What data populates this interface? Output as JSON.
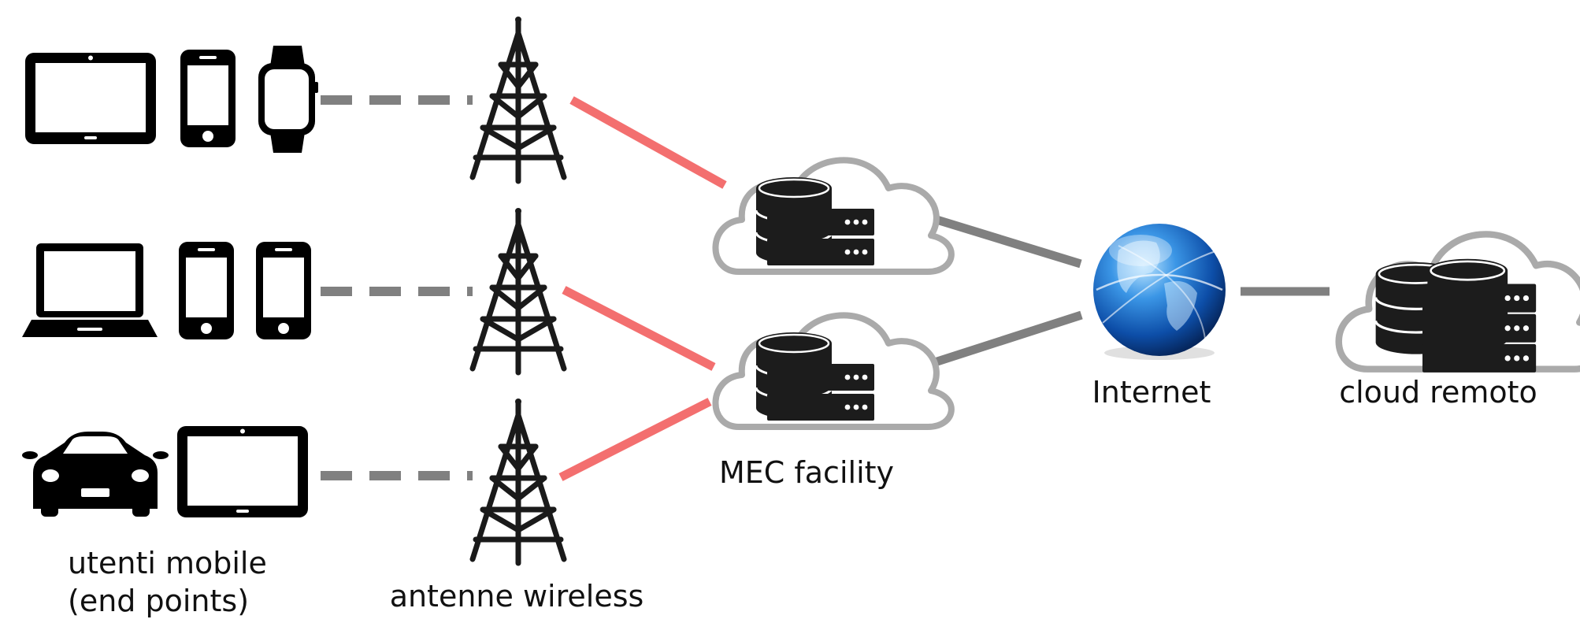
{
  "labels": {
    "mobile_users_line1": "utenti mobile",
    "mobile_users_line2": "(end points)",
    "antennas": "antenne wireless",
    "mec": "MEC facility",
    "internet": "Internet",
    "remote_cloud": "cloud remoto"
  },
  "colors": {
    "device": "#000000",
    "dashed_link": "#808080",
    "wireless_link": "#f36f6f",
    "backbone_link": "#808080",
    "cloud_outline": "#aaaaaa",
    "server": "#1c1c1c",
    "globe": "#1a6fd0"
  },
  "icons": [
    "tablet-icon",
    "smartphone-icon",
    "smartwatch-icon",
    "laptop-icon",
    "car-icon",
    "antenna-tower-icon",
    "cloud-server-icon",
    "globe-icon"
  ]
}
